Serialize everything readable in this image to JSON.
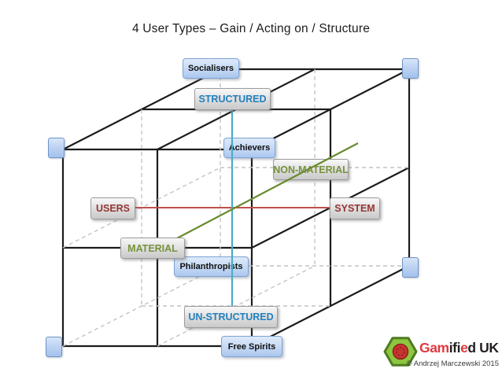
{
  "title": "4 User Types – Gain / Acting on / Structure",
  "diagram": {
    "user_types": [
      {
        "label": "Socialisers"
      },
      {
        "label": "Achievers"
      },
      {
        "label": "Philanthropists"
      },
      {
        "label": "Free Spirits"
      }
    ],
    "axes": {
      "structure": {
        "top": "STRUCTURED",
        "bottom": "UN-STRUCTURED",
        "text_color": "#2380be"
      },
      "material": {
        "front": "MATERIAL",
        "back": "NON-MATERIAL",
        "text_color": "#76923c"
      },
      "actor": {
        "left": "USERS",
        "right": "SYSTEM",
        "text_color": "#943634"
      }
    },
    "line_colors": {
      "structure_axis": "#4bacc6",
      "actor_axis": "#c0504d",
      "material_axis": "#6a8a2e"
    },
    "corner_markers": [
      "front-top-left",
      "back-top-right",
      "front-bottom-left",
      "back-bottom-right"
    ]
  },
  "footer": {
    "brand": {
      "part1": "Gam",
      "part2": "ifi",
      "part3": "e",
      "part4": "d UK"
    },
    "brand_red": "#e0393e",
    "brand_black": "#231f20",
    "copyright": "© Andrzej Marczewski 2015"
  }
}
